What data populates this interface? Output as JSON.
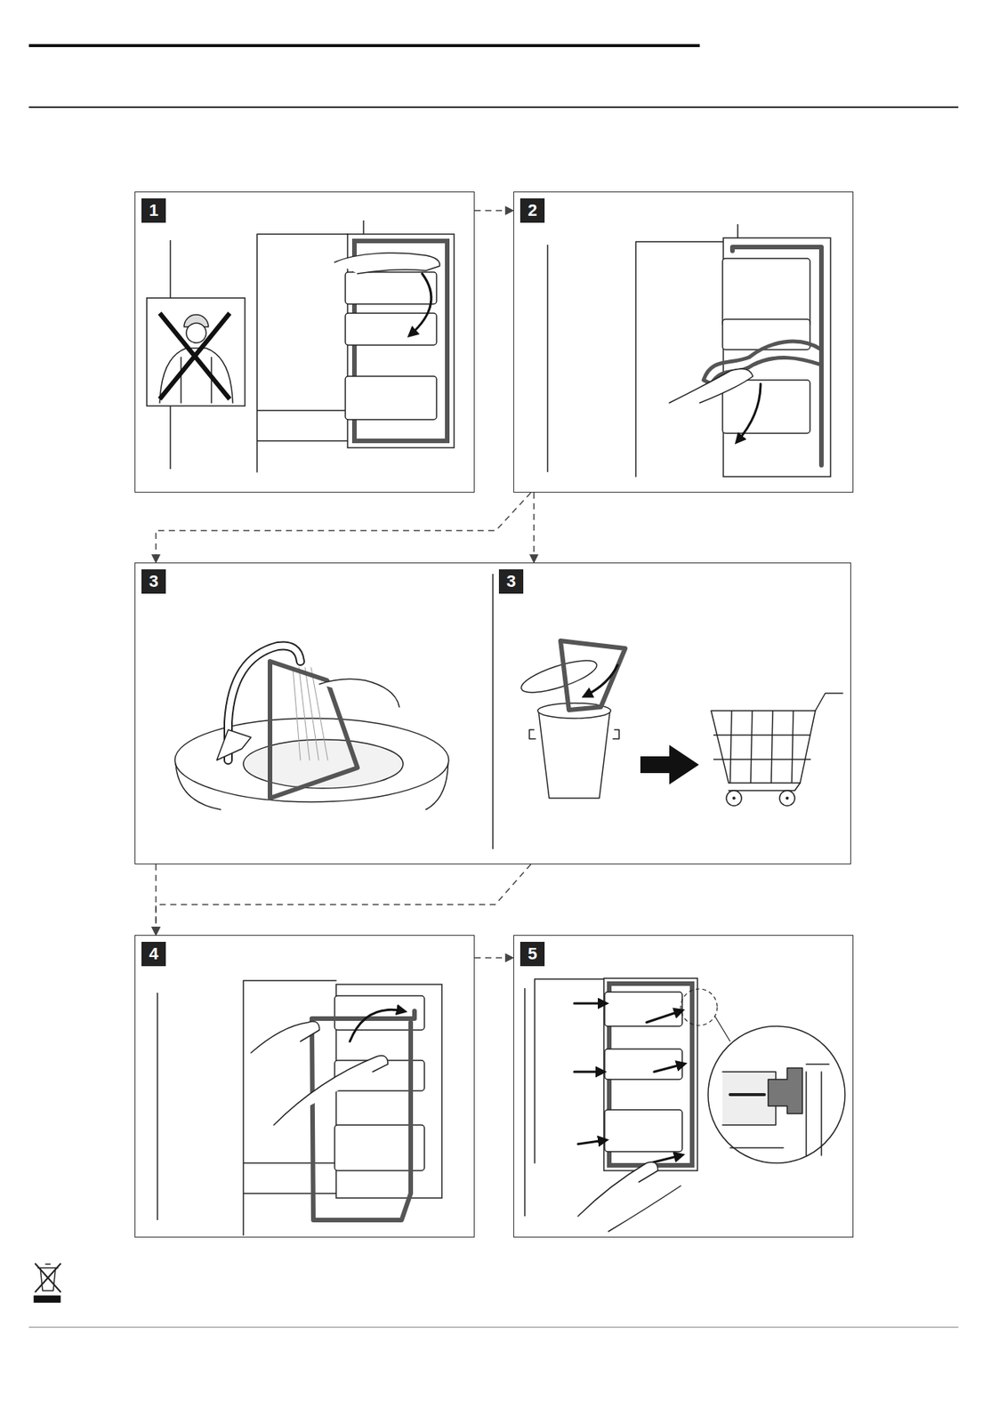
{
  "diagram": {
    "nodes": [
      {
        "text": [
          "1"
        ]
      },
      {
        "text": [
          "2"
        ]
      },
      {
        "text": [
          "3"
        ]
      },
      {
        "text": [
          "3"
        ]
      },
      {
        "text": [
          "4"
        ]
      },
      {
        "text": [
          "5"
        ]
      }
    ],
    "edges": [
      {
        "from": 0,
        "to": 1,
        "arrow": "to"
      },
      {
        "from": 1,
        "to": 2,
        "arrow": "to"
      },
      {
        "from": 1,
        "to": 3,
        "arrow": "to"
      },
      {
        "from": 2,
        "to": 4,
        "arrow": "to"
      },
      {
        "from": 3,
        "to": 4,
        "arrow": "to"
      },
      {
        "from": 4,
        "to": 5,
        "arrow": "to"
      }
    ]
  }
}
